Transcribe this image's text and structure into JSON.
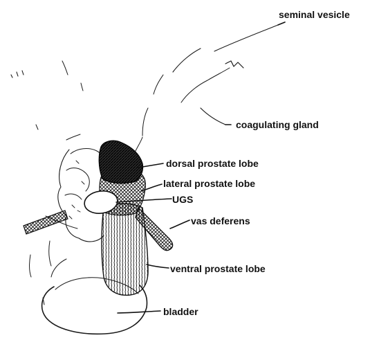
{
  "labels": {
    "seminal_vesicle": "seminal vesicle",
    "coagulating_gland": "coagulating gland",
    "dorsal_prostate_lobe": "dorsal prostate lobe",
    "lateral_prostate_lobe": "lateral prostate lobe",
    "ugs": "UGS",
    "vas_deferens": "vas deferens",
    "ventral_prostate_lobe": "ventral prostate lobe",
    "bladder": "bladder"
  },
  "colors": {
    "ink": "#111111",
    "background": "#ffffff"
  }
}
